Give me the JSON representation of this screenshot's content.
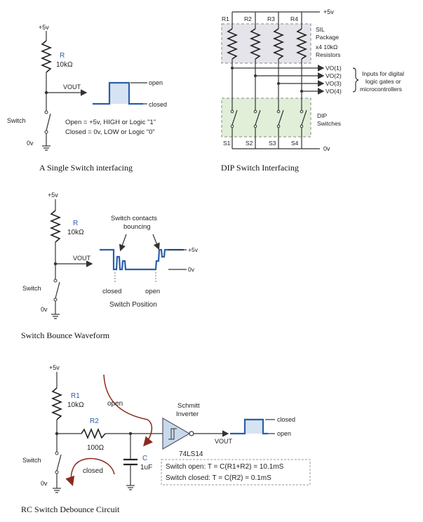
{
  "panel1": {
    "vplus": "+5v",
    "r_label": "R",
    "r_value": "10kΩ",
    "vout": "VOUT",
    "open": "open",
    "closed": "closed",
    "switch": "Switch",
    "gnd": "0v",
    "note_open": "Open = +5v, HIGH or Logic \"1\"",
    "note_closed": "Closed = 0v, LOW or Logic \"0\"",
    "caption": "A Single Switch interfacing"
  },
  "panel2": {
    "vplus": "+5v",
    "r1": "R1",
    "r2": "R2",
    "r3": "R3",
    "r4": "R4",
    "sil_1": "SIL",
    "sil_2": "Package",
    "sil_3": "x4 10kΩ",
    "sil_4": "Resistors",
    "vo1": "VO(1)",
    "vo2": "VO(2)",
    "vo3": "VO(3)",
    "vo4": "VO(4)",
    "inputs_1": "Inputs for digital",
    "inputs_2": "logic gates or",
    "inputs_3": "microcontrollers",
    "dip_1": "DIP",
    "dip_2": "Switches",
    "s1": "S1",
    "s2": "S2",
    "s3": "S3",
    "s4": "S4",
    "gnd": "0v",
    "caption": "DIP Switch Interfacing"
  },
  "panel3": {
    "vplus": "+5v",
    "r_label": "R",
    "r_value": "10kΩ",
    "vout": "VOUT",
    "bounce_1": "Switch contacts",
    "bounce_2": "bouncing",
    "wf_high": "+5v",
    "wf_low": "0v",
    "closed": "closed",
    "open": "open",
    "position": "Switch Position",
    "switch": "Switch",
    "gnd": "0v",
    "caption": "Switch Bounce Waveform"
  },
  "panel4": {
    "vplus": "+5v",
    "r1": "R1",
    "r1_value": "10kΩ",
    "r2": "R2",
    "r2_value": "100Ω",
    "open_arrow": "open",
    "closed_arrow": "closed",
    "c_label": "C",
    "c_value": "1uF",
    "schmitt_1": "Schmitt",
    "schmitt_2": "Inverter",
    "chip": "74LS14",
    "vout": "VOUT",
    "closed": "closed",
    "open": "open",
    "switch": "Switch",
    "gnd": "0v",
    "formula_open": "Switch open: T = C(R1+R2) = 10.1mS",
    "formula_closed": "Switch closed:  T = C(R2) = 0.1mS",
    "caption": "RC Switch Debounce Circuit"
  }
}
